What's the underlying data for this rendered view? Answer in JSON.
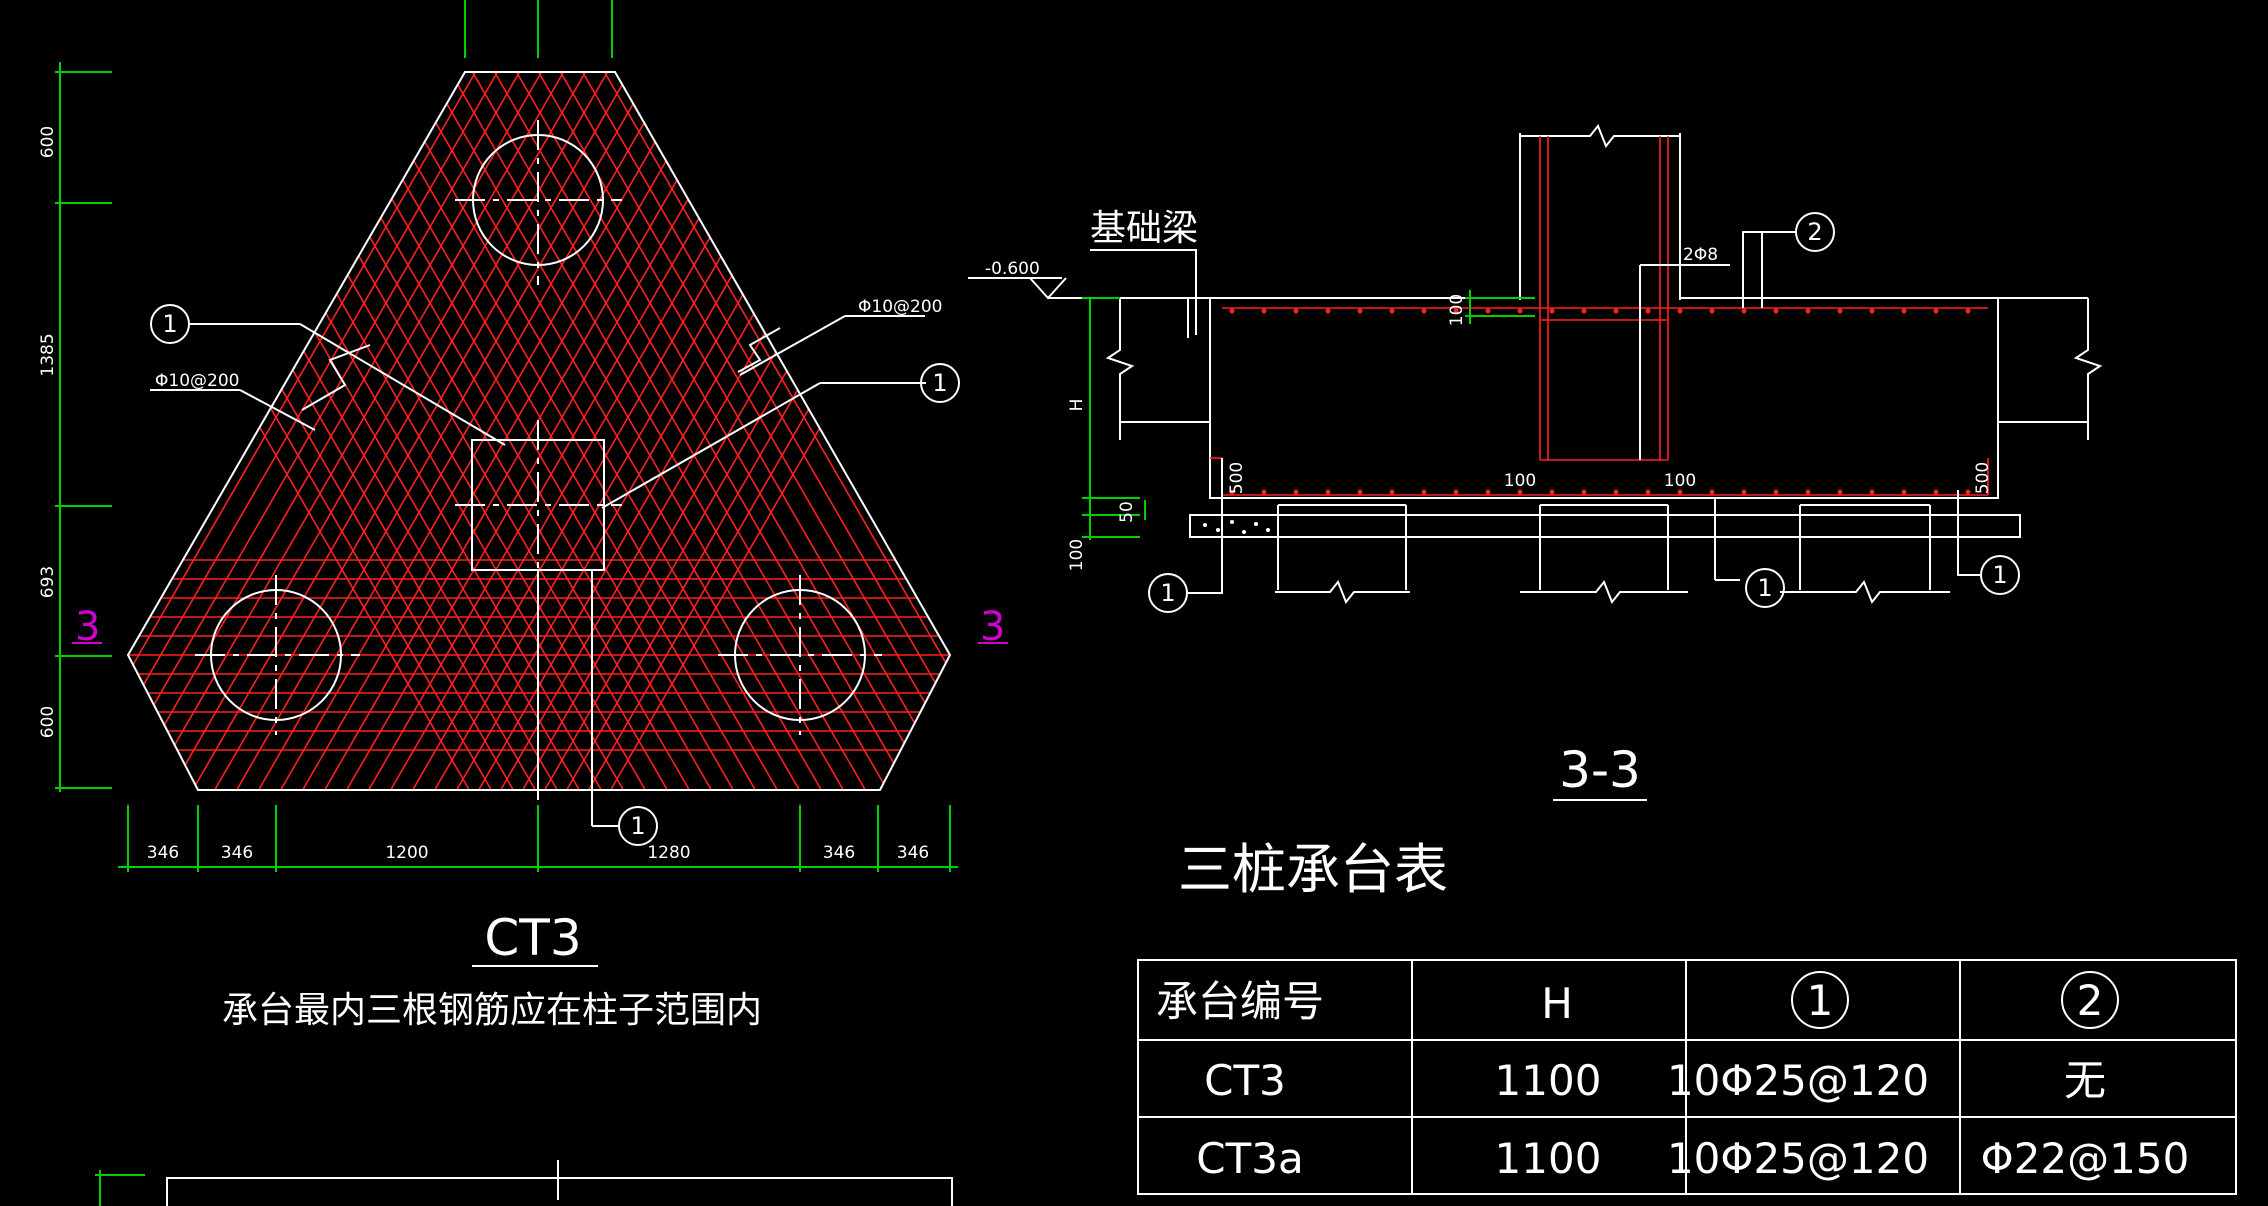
{
  "plan": {
    "label_dim_600_top": "600",
    "label_dim_1385": "1385",
    "label_dim_693": "693",
    "label_dim_600_bot": "600",
    "dims_bottom": [
      "346",
      "346",
      "1200",
      "1280",
      "346",
      "346"
    ],
    "rebar_label_left": "Φ10@200",
    "rebar_label_right": "Φ10@200",
    "callout_1": "1",
    "section_mark_left": "3",
    "section_mark_right": "3",
    "title": "CT3",
    "note": "承台最内三根钢筋应在柱子范围内"
  },
  "section": {
    "beam_label": "基础梁",
    "elevation": "-0.600",
    "rebar_top": "2Φ8",
    "callout_2": "2",
    "callout_1": "1",
    "dim_100_top": "100",
    "dim_H": "H",
    "dim_50": "50",
    "dim_100_bot": "100",
    "dim_500_left": "500",
    "dim_500_right": "500",
    "dim_100_mid_left": "100",
    "dim_100_mid_right": "100",
    "title": "3-3"
  },
  "table": {
    "title": "三桩承台表",
    "headers": [
      "承台编号",
      "H",
      "1",
      "2"
    ],
    "rows": [
      [
        "CT3",
        "1100",
        "10Φ25@120",
        "无"
      ],
      [
        "CT3a",
        "1100",
        "10Φ25@120",
        "Φ22@150"
      ]
    ]
  }
}
